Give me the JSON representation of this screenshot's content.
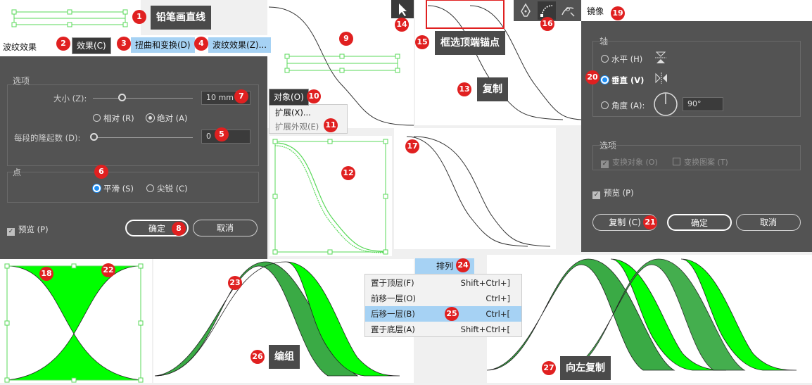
{
  "callouts": {
    "pencil_line": "铅笔画直线",
    "select_top_anchor": "框选顶端锚点",
    "copy": "复制",
    "group": "编组",
    "copy_left": "向左复制"
  },
  "badges": [
    "1",
    "2",
    "3",
    "4",
    "5",
    "6",
    "7",
    "8",
    "9",
    "10",
    "11",
    "12",
    "13",
    "14",
    "15",
    "16",
    "17",
    "18",
    "19",
    "20",
    "21",
    "22",
    "23",
    "24",
    "25",
    "26",
    "27"
  ],
  "effect_menubar": {
    "effect": "效果(C)",
    "distort": "扭曲和变换(D)",
    "zigzag": "波纹效果(Z)..."
  },
  "zigzag_dialog": {
    "title": "波纹效果",
    "options_header": "选项",
    "size_label": "大小 (Z):",
    "size_value": "10 mm",
    "relative": "相对 (R)",
    "absolute": "绝对 (A)",
    "ridges_label": "每段的隆起数 (D):",
    "ridges_value": "0",
    "points_header": "点",
    "smooth": "平滑 (S)",
    "corner": "尖锐 (C)",
    "preview": "预览 (P)",
    "ok": "确定",
    "cancel": "取消"
  },
  "object_menu": {
    "title": "对象(O)",
    "expand": "扩展(X)...",
    "expand_appearance": "扩展外观(E)"
  },
  "reflect_dialog": {
    "title": "镜像",
    "axis_header": "轴",
    "horizontal": "水平 (H)",
    "vertical": "垂直 (V)",
    "angle": "角度 (A):",
    "angle_value": "90°",
    "options_header": "选项",
    "transform_objects": "变换对象 (O)",
    "transform_patterns": "变换图案 (T)",
    "preview": "预览 (P)",
    "copy": "复制 (C)",
    "ok": "确定",
    "cancel": "取消"
  },
  "arrange_menu": {
    "title": "排列",
    "items": [
      {
        "label": "置于顶层(F)",
        "shortcut": "Shift+Ctrl+]"
      },
      {
        "label": "前移一层(O)",
        "shortcut": "Ctrl+]"
      },
      {
        "label": "后移一层(B)",
        "shortcut": "Ctrl+["
      },
      {
        "label": "置于底层(A)",
        "shortcut": "Shift+Ctrl+["
      }
    ]
  },
  "icons": {
    "selection_tool": "arrow-icon",
    "pen_tool": "pen-icon",
    "curvature_tool": "curvature-icon",
    "anchor_tool": "anchor-icon",
    "reflect_h": "reflect-horizontal-icon",
    "reflect_v": "reflect-vertical-icon",
    "angle_dial": "angle-dial-icon"
  },
  "colors": {
    "green_bright": "#00ff00",
    "green_dark": "#3aaa45",
    "selection": "#58d858",
    "badge": "#e02020",
    "panel": "#535353",
    "accent_blue": "#6bb8f0"
  }
}
